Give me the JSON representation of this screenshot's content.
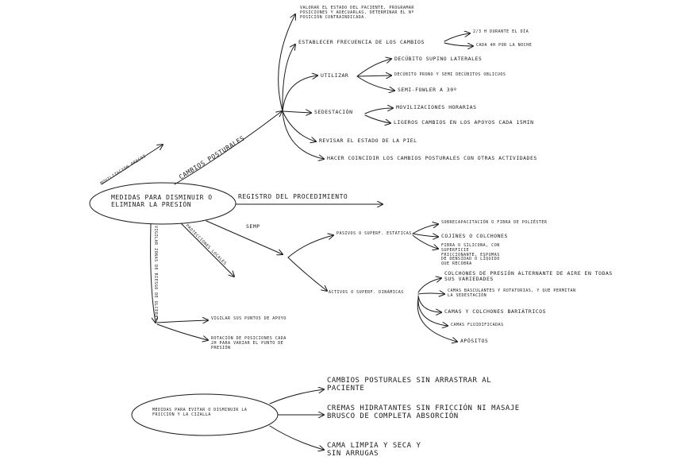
{
  "diagram": {
    "central_node": "MEDIDAS PARA DISMINUIR O ELIMINAR LA PRESIÓN",
    "movilizacion_precoz": "MOVILIZACIÓN PRECOZ",
    "cambios_posturales": {
      "label": "CAMBIOS POSTURALES",
      "valorar": "VALORAR EL ESTADO DEL PACIENTE, PROGRAMAR POSICIONES Y ADECUARLAS, DETERMINAR EL Nº POSICIÓN CONTRAINDICADA.",
      "frecuencia": {
        "label": "ESTABLECER FRECUENCIA DE LOS CAMBIOS",
        "items": [
          "2/3 H DURANTE EL DÍA",
          "CADA 4H POR LA NOCHE"
        ]
      },
      "utilizar": {
        "label": "UTILIZAR",
        "items": [
          "DECÚBITO SUPINO LATERALES",
          "DECÚBITO PRONO Y SEMI DECÚBITOS OBLICUOS",
          "SEMI-FOWLER A 30º"
        ]
      },
      "sedestacion": {
        "label": "SEDESTACIÓN",
        "items": [
          "MOVILIZACIONES HORARIAS",
          "LIGEROS CAMBIOS EN LOS APOYOS CADA 15MIN"
        ]
      },
      "revisar": "REVISAR EL ESTADO DE LA PIEL",
      "hacer": "HACER COINCIDIR LOS CAMBIOS POSTURALES CON OTRAS ACTIVIDADES"
    },
    "registro": "REGISTRO DEL PROCEDIMIENTO",
    "semp": {
      "label": "SEMP",
      "estaticas": {
        "label": "PASIVOS O SUPERF. ESTÁTICAS",
        "items": [
          "SOBRECAPACITACIÓN O FIBRA DE POLIÉSTER",
          "COJINES O COLCHONES",
          "FIBRA O SILICONA, CON SUPERFICIE FRICCIONANTE, ESPUMAS DE DENSIDAD O LÍQUIDO QUE RECOBRA"
        ]
      },
      "dinamicas": {
        "label": "ACTIVOS O SUPERF. DINÁMICAS",
        "items": [
          "COLCHONES DE PRESIÓN ALTERNANTE DE AIRE EN TODAS SUS VARIEDADES",
          "CAMAS BASCULANTES Y ROTATORIAS, Y QUE PERMITAN LA SEDESTACIÓN",
          "CAMAS Y COLCHONES BARIÁTRICOS",
          "CAMAS FLUIDIFICADAS",
          "APÓSITOS"
        ]
      }
    },
    "protecciones": "PROTECCIONES LOCALES",
    "vigilar": {
      "label": "VIGILAR ZONAS DE RIESGO DE ULCERAS",
      "items": [
        "VIGILAR SUS PUNTOS DE APOYO",
        "ROTACIÓN DE POSICIONES CADA 2H PARA VARIAR EL PUNTO DE PRESIÓN"
      ]
    },
    "second_node": "MEDIDAS PARA EVITAR O DISMINUIR LA FRICCIÓN Y LA CIZALLA",
    "second_items": [
      "CAMBIOS POSTURALES SIN ARRASTRAR AL PACIENTE",
      "CREMAS HIDRATANTES SIN FRICCIÓN NI MASAJE BRUSCO DE COMPLETA ABSORCIÓN",
      "CAMA LIMPIA Y SECA Y SIN ARRUGAS"
    ]
  },
  "colors": {
    "ink": "#1a1a1a",
    "background": "#ffffff"
  }
}
